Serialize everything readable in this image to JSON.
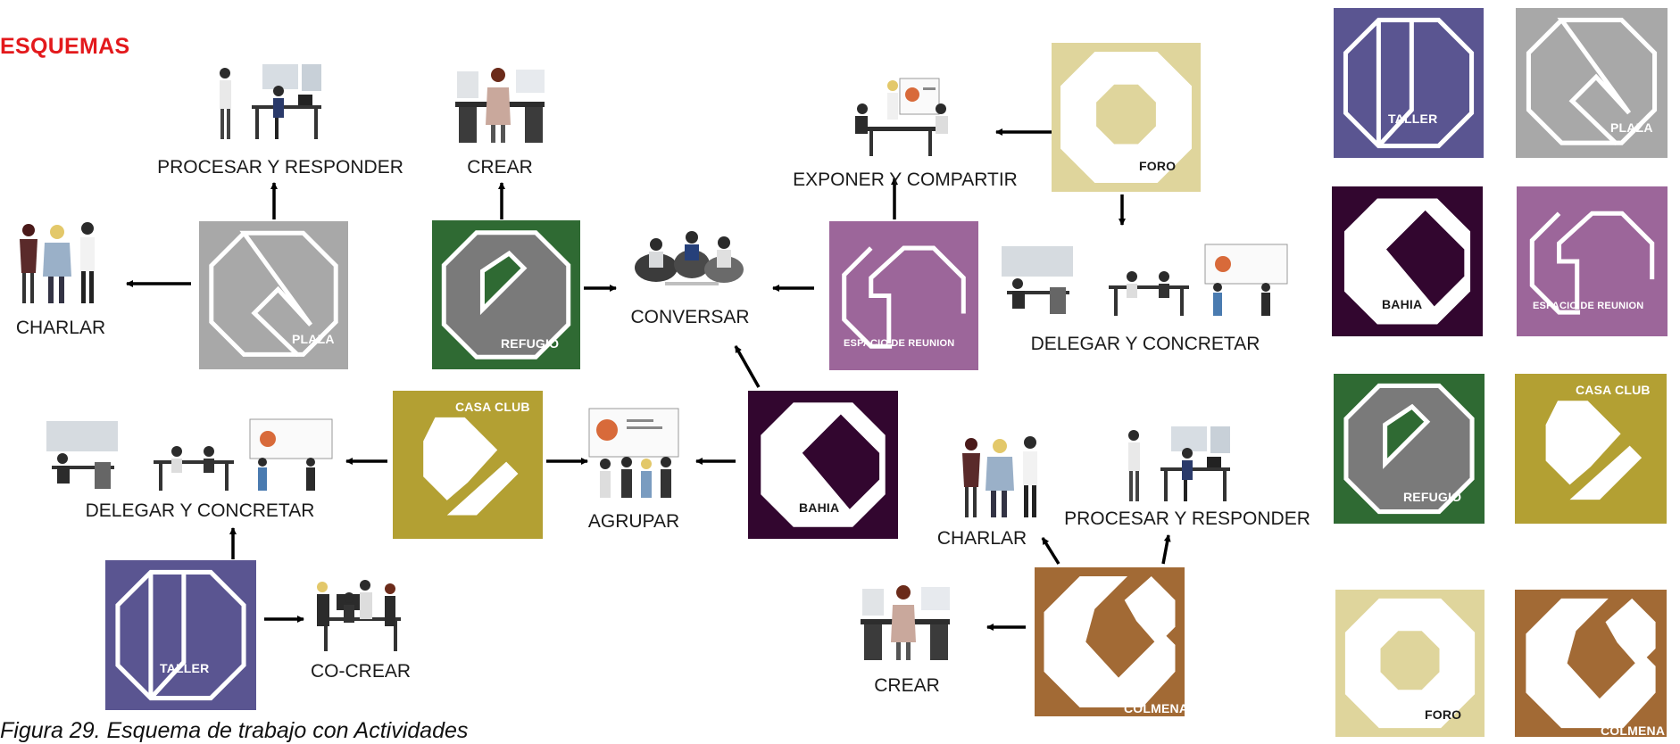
{
  "heading": "ESQUEMAS",
  "caption": "Figura 29. Esquema de trabajo con Actividades",
  "colors": {
    "taller": "#5a5591",
    "plaza": "#a8a8a8",
    "bahia": "#32062f",
    "espacio": "#9c669a",
    "refugio_bg": "#2f6a33",
    "refugio_oct": "#7a7a7a",
    "casa_club": "#b3a033",
    "foro": "#dfd59c",
    "colmena": "#a26a35",
    "heading_red": "#e3191c"
  },
  "diagram": {
    "tiles": {
      "plaza": "PLAZA",
      "refugio": "REFUGIO",
      "espacio": "ESPACIO DE REUNION",
      "foro": "FORO",
      "casa_club": "CASA CLUB",
      "bahia": "BAHIA",
      "taller": "TALLER",
      "colmena": "COLMENA"
    },
    "activities": {
      "procesar_1": "PROCESAR Y RESPONDER",
      "crear_1": "CREAR",
      "charlar_1": "CHARLAR",
      "conversar": "CONVERSAR",
      "exponer": "EXPONER Y COMPARTIR",
      "delegar_1": "DELEGAR Y CONCRETAR",
      "delegar_2": "DELEGAR Y CONCRETAR",
      "agrupar": "AGRUPAR",
      "cocrear": "CO-CREAR",
      "charlar_2": "CHARLAR",
      "procesar_2": "PROCESAR Y RESPONDER",
      "crear_2": "CREAR"
    }
  },
  "legend": {
    "taller": "TALLER",
    "plaza": "PLAZA",
    "bahia": "BAHIA",
    "espacio": "ESPACIO DE REUNION",
    "refugio": "REFUGIO",
    "casa_club": "CASA CLUB",
    "foro": "FORO",
    "colmena": "COLMENA"
  }
}
